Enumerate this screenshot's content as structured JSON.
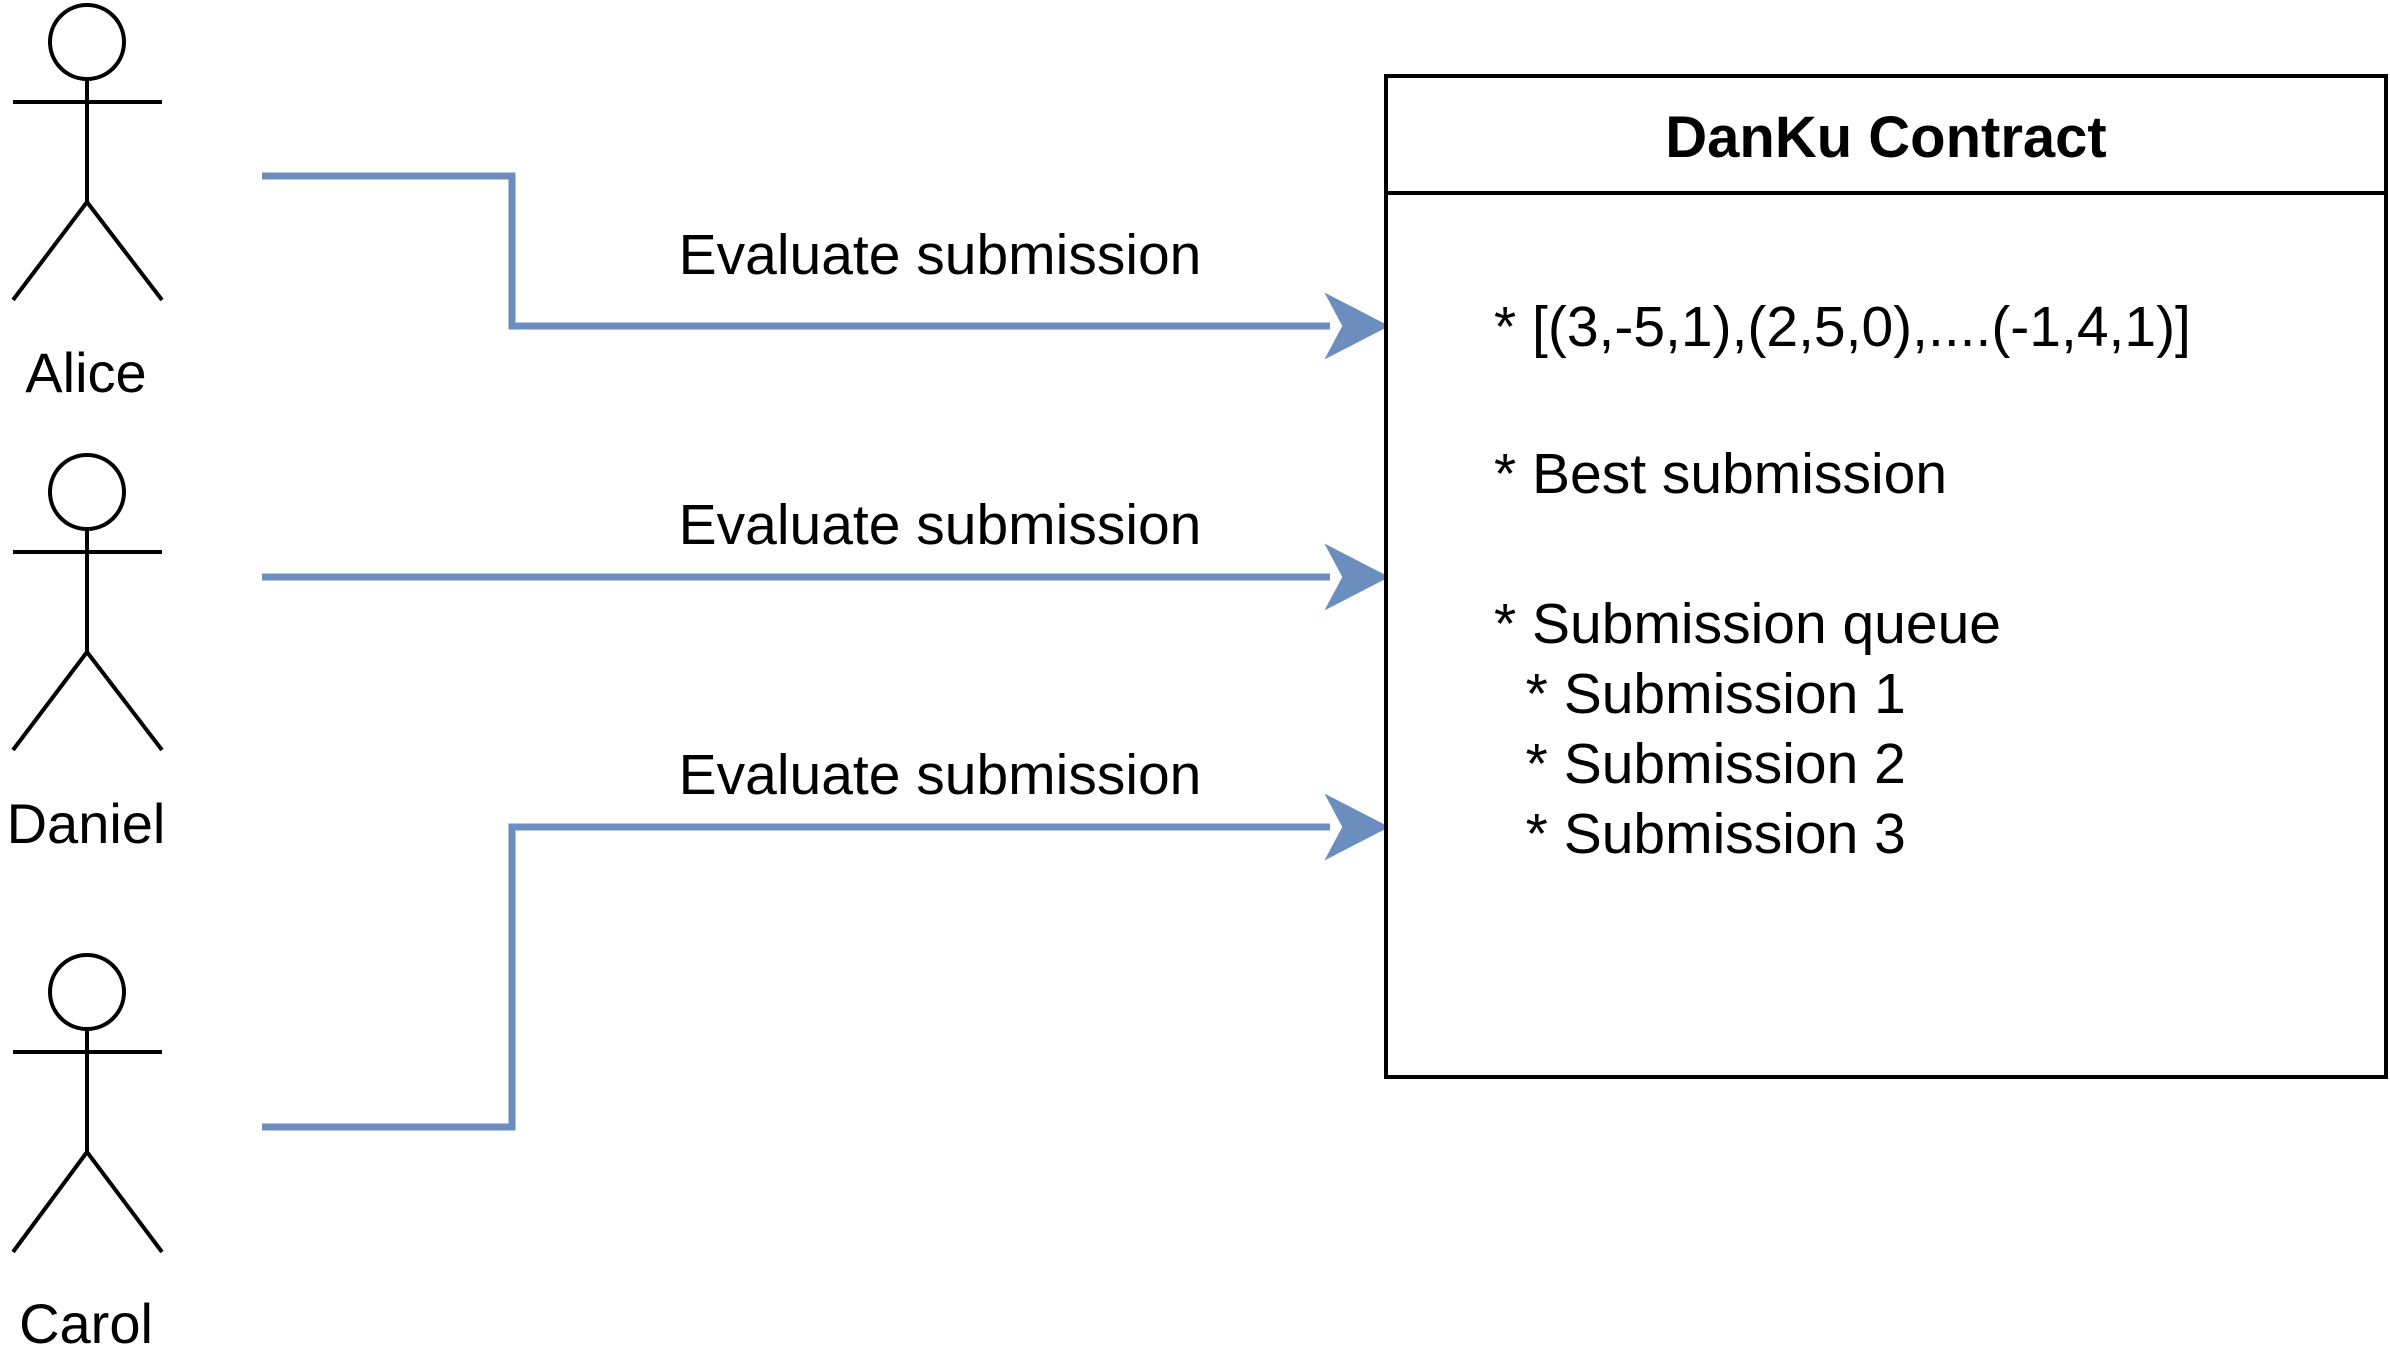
{
  "actors": [
    {
      "name": "Alice"
    },
    {
      "name": "Daniel"
    },
    {
      "name": "Carol"
    }
  ],
  "edges": [
    {
      "from": "Alice",
      "label": "Evaluate submission"
    },
    {
      "from": "Daniel",
      "label": "Evaluate submission"
    },
    {
      "from": "Carol",
      "label": "Evaluate submission"
    }
  ],
  "contract": {
    "title": "DanKu Contract",
    "lines": [
      "* [(3,-5,1),(2,5,0),....(-1,4,1)]",
      "* Best submission",
      "* Submission queue",
      "  * Submission 1",
      "  * Submission 2",
      "  * Submission 3"
    ]
  },
  "colors": {
    "connector": "#6c8ebf",
    "stroke": "#000000",
    "background": "#ffffff"
  }
}
